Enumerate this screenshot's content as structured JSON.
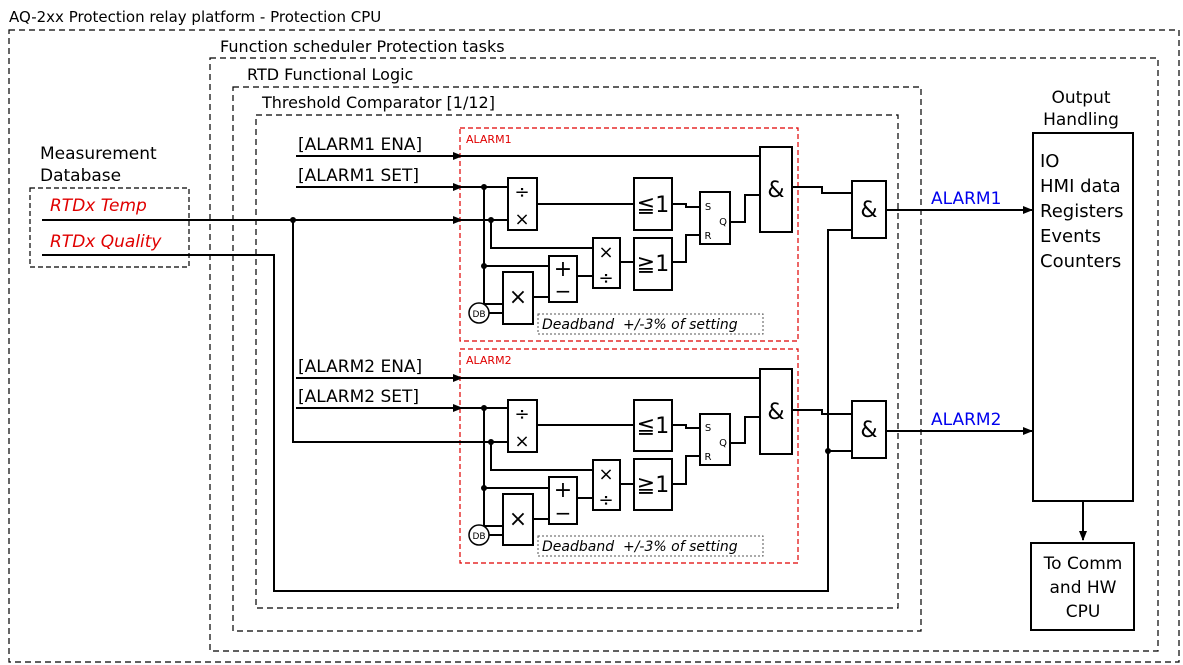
{
  "titles": {
    "platform": "AQ-2xx Protection relay platform - Protection CPU",
    "scheduler": "Function scheduler Protection tasks",
    "rtd_logic": "RTD Functional Logic",
    "comparator": "Threshold Comparator [1/12]"
  },
  "measurement_db": {
    "line1": "Measurement",
    "line2": "Database",
    "temp": "RTDx Temp",
    "quality": "RTDx Quality"
  },
  "alarm1": {
    "group_label": "ALARM1",
    "ena": "[ALARM1 ENA]",
    "set": "[ALARM1 SET]",
    "output": "ALARM1",
    "deadband": "Deadband  +/-3% of setting"
  },
  "alarm2": {
    "group_label": "ALARM2",
    "ena": "[ALARM2 ENA]",
    "set": "[ALARM2 SET]",
    "output": "ALARM2",
    "deadband": "Deadband  +/-3% of setting"
  },
  "symbols": {
    "and": "&",
    "le1": "≦1",
    "ge1": "≧1",
    "plus": "+",
    "minus": "−",
    "times": "×",
    "divide": "÷",
    "db": "DB",
    "s": "S",
    "r": "R",
    "q": "Q"
  },
  "output_handling": {
    "title1": "Output",
    "title2": "Handling",
    "items": [
      "IO",
      "HMI data",
      "Registers",
      "Events",
      "Counters"
    ]
  },
  "comm": {
    "line1": "To Comm",
    "line2": "and HW",
    "line3": "CPU"
  },
  "colors": {
    "alarm_text": "#e00000",
    "output_signal": "#0000ee",
    "group_border": "#e00000"
  }
}
